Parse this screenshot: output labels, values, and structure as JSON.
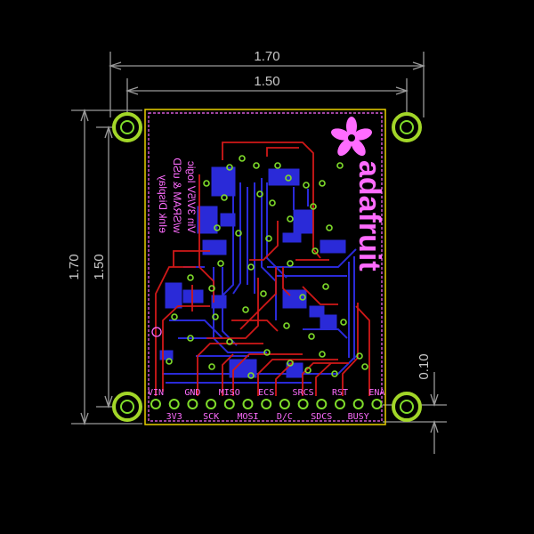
{
  "colors": {
    "background": "#000000",
    "dimension_lines": "#9a9a9a",
    "dimension_text": "#c8c8c8",
    "board_outline": "#e8d000",
    "silkscreen": "#ff6cff",
    "top_copper": "#d01818",
    "bottom_copper": "#2a2ad8",
    "pad_ring": "#7fdc2a",
    "mount_ring": "#a2d628"
  },
  "dimensions": {
    "width_outer": "1.70",
    "width_inner": "1.50",
    "height_outer": "1.70",
    "height_inner": "1.50",
    "pin_offset": "0.10"
  },
  "silkscreen": {
    "title_line1": "eInk Display",
    "title_line2": "w/SRAM & uSD",
    "title_line3": "Vin 3V/5V logic",
    "logo": "adafruit",
    "logo_icon": "flower-icon"
  },
  "pins_top_row": [
    "VIN",
    "GND",
    "MISO",
    "ECS",
    "SRCS",
    "RST",
    "ENA"
  ],
  "pins_bottom_row": [
    "3V3",
    "SCK",
    "MOSI",
    "D/C",
    "SDCS",
    "BUSY"
  ]
}
